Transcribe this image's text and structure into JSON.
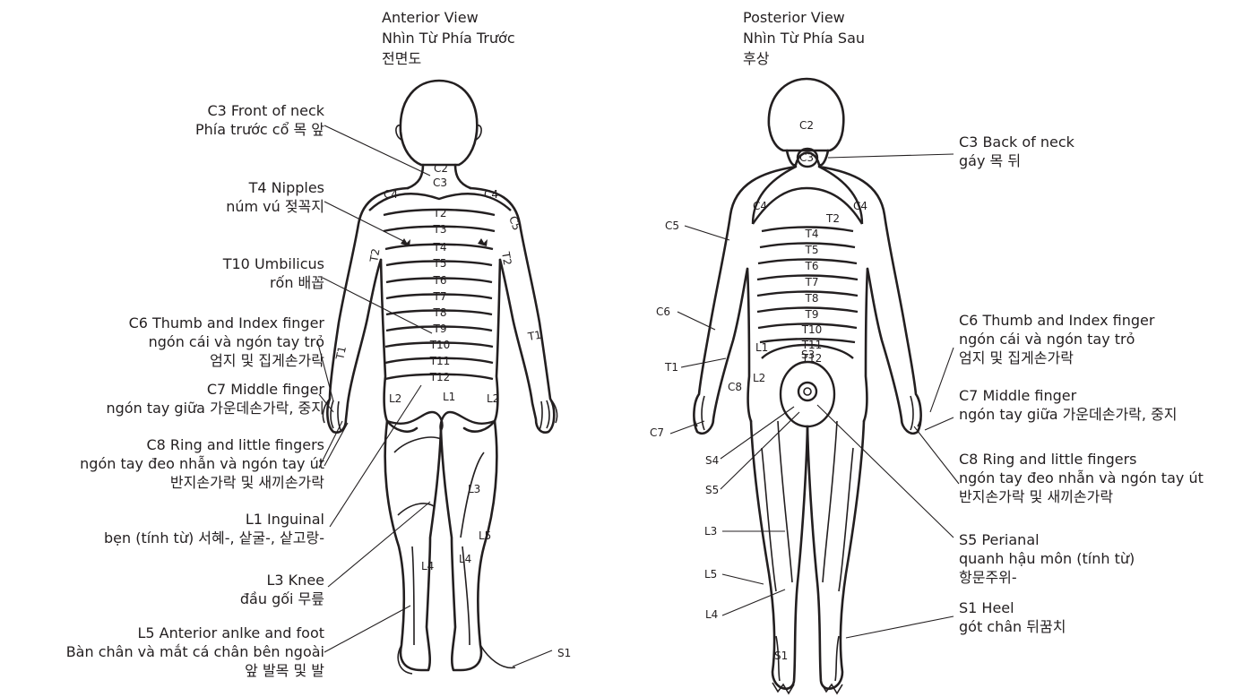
{
  "anterior": {
    "title": [
      "Anterior View",
      "Nhìn Từ Phía Trước",
      "전면도"
    ],
    "labels": [
      {
        "name": "c3-front-neck",
        "lines": [
          "C3 Front of neck",
          "Phía trước cổ 목 앞"
        ]
      },
      {
        "name": "t4-nipples",
        "lines": [
          "T4 Nipples",
          "núm vú 젖꼭지"
        ]
      },
      {
        "name": "t10-umbilicus",
        "lines": [
          "T10 Umbilicus",
          "rốn 배꼽"
        ]
      },
      {
        "name": "c6-thumb-index",
        "lines": [
          "C6 Thumb and Index finger",
          "ngón cái và ngón tay trỏ",
          "엄지 및 집게손가락"
        ]
      },
      {
        "name": "c7-middle-finger",
        "lines": [
          "C7 Middle finger",
          "ngón tay giữa 가운데손가락, 중지"
        ]
      },
      {
        "name": "c8-ring-little",
        "lines": [
          "C8 Ring and little fingers",
          "ngón tay đeo nhẫn và ngón tay út",
          "반지손가락 및 새끼손가락"
        ]
      },
      {
        "name": "l1-inguinal",
        "lines": [
          "L1 Inguinal",
          "bẹn (tính từ) 서혜-, 샅굴-, 샅고랑-"
        ]
      },
      {
        "name": "l3-knee",
        "lines": [
          "L3 Knee",
          "đầu gối 무릎"
        ]
      },
      {
        "name": "l5-ankle-foot",
        "lines": [
          "L5 Anterior anlke and foot",
          "Bàn chân và mắt cá chân bên ngoài",
          "앞 발목 및 발"
        ]
      }
    ],
    "segments": {
      "c2": "C2",
      "c3": "C3",
      "c4_left": "C4",
      "c4_right": "C4",
      "c5": "C5",
      "t2_left": "T2",
      "t2_right": "T2",
      "t1_left": "T1",
      "t1_right": "T1",
      "bands": [
        "T2",
        "T3",
        "T4",
        "T5",
        "T6",
        "T7",
        "T8",
        "T9",
        "T10",
        "T11",
        "T12"
      ],
      "l1": "L1",
      "l2_left": "L2",
      "l2_right": "L2",
      "l3": "L3",
      "l4_left": "L4",
      "l4_right": "L4",
      "l5": "L5",
      "s1": "S1"
    }
  },
  "posterior": {
    "title": [
      "Posterior View",
      "Nhìn Từ Phía Sau",
      "후상"
    ],
    "labels": [
      {
        "name": "c3-back-neck",
        "lines": [
          "C3 Back of neck",
          "gáy 목 뒤"
        ]
      },
      {
        "name": "c6-thumb-index",
        "lines": [
          "C6 Thumb and Index finger",
          "ngón cái và ngón tay trỏ",
          "엄지 및 집게손가락"
        ]
      },
      {
        "name": "c7-middle-finger",
        "lines": [
          "C7 Middle finger",
          "ngón tay giữa 가운데손가락, 중지"
        ]
      },
      {
        "name": "c8-ring-little",
        "lines": [
          "C8 Ring and little fingers",
          "ngón tay đeo nhẫn và ngón tay út",
          "반지손가락 및 새끼손가락"
        ]
      },
      {
        "name": "s5-perianal",
        "lines": [
          "S5 Perianal",
          "quanh hậu môn (tính từ)",
          "항문주위-"
        ]
      },
      {
        "name": "s1-heel",
        "lines": [
          "S1 Heel",
          "gót chân 뒤꿈치"
        ]
      }
    ],
    "segments": {
      "c2": "C2",
      "c3": "C3",
      "c4_left": "C4",
      "c4_right": "C4",
      "t2": "T2",
      "bands": [
        "T4",
        "T5",
        "T6",
        "T7",
        "T8",
        "T9",
        "T10",
        "T11",
        "T12"
      ],
      "l1": "L1",
      "l2": "L2",
      "s3": "S3",
      "c8": "C8",
      "s1": "S1",
      "side": {
        "c5": "C5",
        "c6": "C6",
        "t1": "T1",
        "c7": "C7",
        "s4": "S4",
        "s5": "S5",
        "l3": "L3",
        "l5": "L5",
        "l4": "L4"
      }
    }
  }
}
